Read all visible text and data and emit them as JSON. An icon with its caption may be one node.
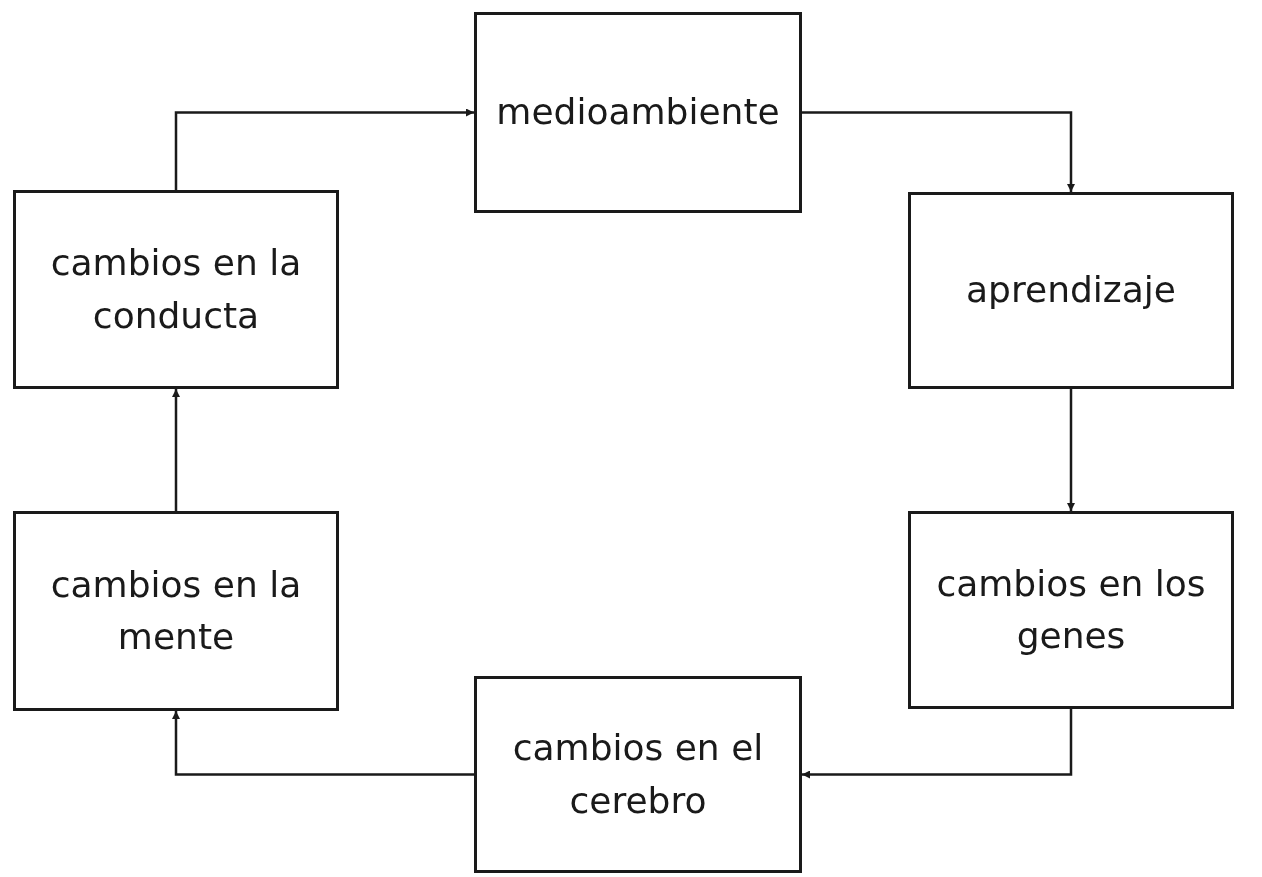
{
  "diagram": {
    "nodes": [
      {
        "text": [
          "medioambiente"
        ]
      },
      {
        "text": [
          "aprendizaje"
        ]
      },
      {
        "text": [
          "cambios en los genes"
        ]
      },
      {
        "text": [
          "cambios en el cerebro"
        ]
      },
      {
        "text": [
          "cambios en la mente"
        ]
      },
      {
        "text": [
          "cambios en la conducta"
        ]
      }
    ],
    "edges": [
      {
        "from": 0,
        "to": 1,
        "arrow": "to"
      },
      {
        "from": 1,
        "to": 2,
        "arrow": "to"
      },
      {
        "from": 2,
        "to": 3,
        "arrow": "to"
      },
      {
        "from": 3,
        "to": 4,
        "arrow": "to"
      },
      {
        "from": 4,
        "to": 5,
        "arrow": "to"
      },
      {
        "from": 5,
        "to": 0,
        "arrow": "to"
      }
    ]
  }
}
